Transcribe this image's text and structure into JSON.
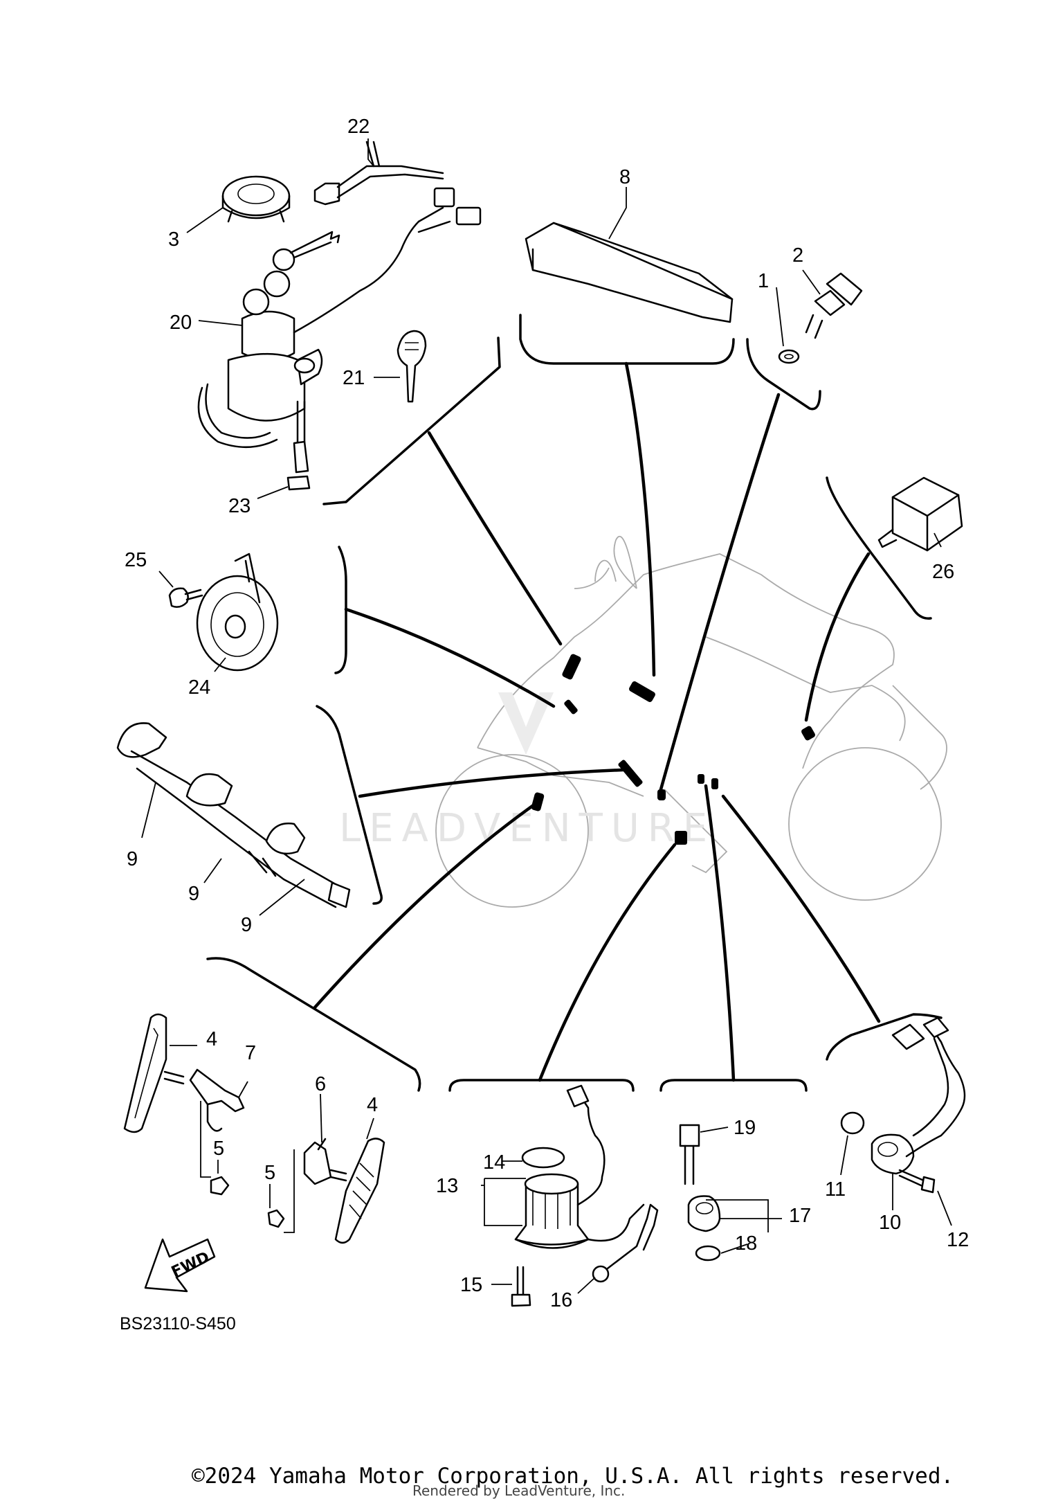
{
  "diagram": {
    "code": "BS23110-S450",
    "copyright": "©2024 Yamaha Motor Corporation, U.S.A. All rights reserved.",
    "rendered_by": "Rendered by LeadVenture, Inc.",
    "watermark": "LEADVENTURE",
    "fwd_label": "FWD"
  },
  "callouts": {
    "c1": "1",
    "c2": "2",
    "c3": "3",
    "c4a": "4",
    "c4b": "4",
    "c5a": "5",
    "c5b": "5",
    "c6": "6",
    "c7": "7",
    "c8": "8",
    "c9a": "9",
    "c9b": "9",
    "c9c": "9",
    "c10": "10",
    "c11": "11",
    "c12": "12",
    "c13": "13",
    "c14": "14",
    "c15": "15",
    "c16": "16",
    "c17": "17",
    "c18": "18",
    "c19": "19",
    "c20": "20",
    "c21": "21",
    "c22": "22",
    "c23": "23",
    "c24": "24",
    "c25": "25",
    "c26": "26"
  }
}
